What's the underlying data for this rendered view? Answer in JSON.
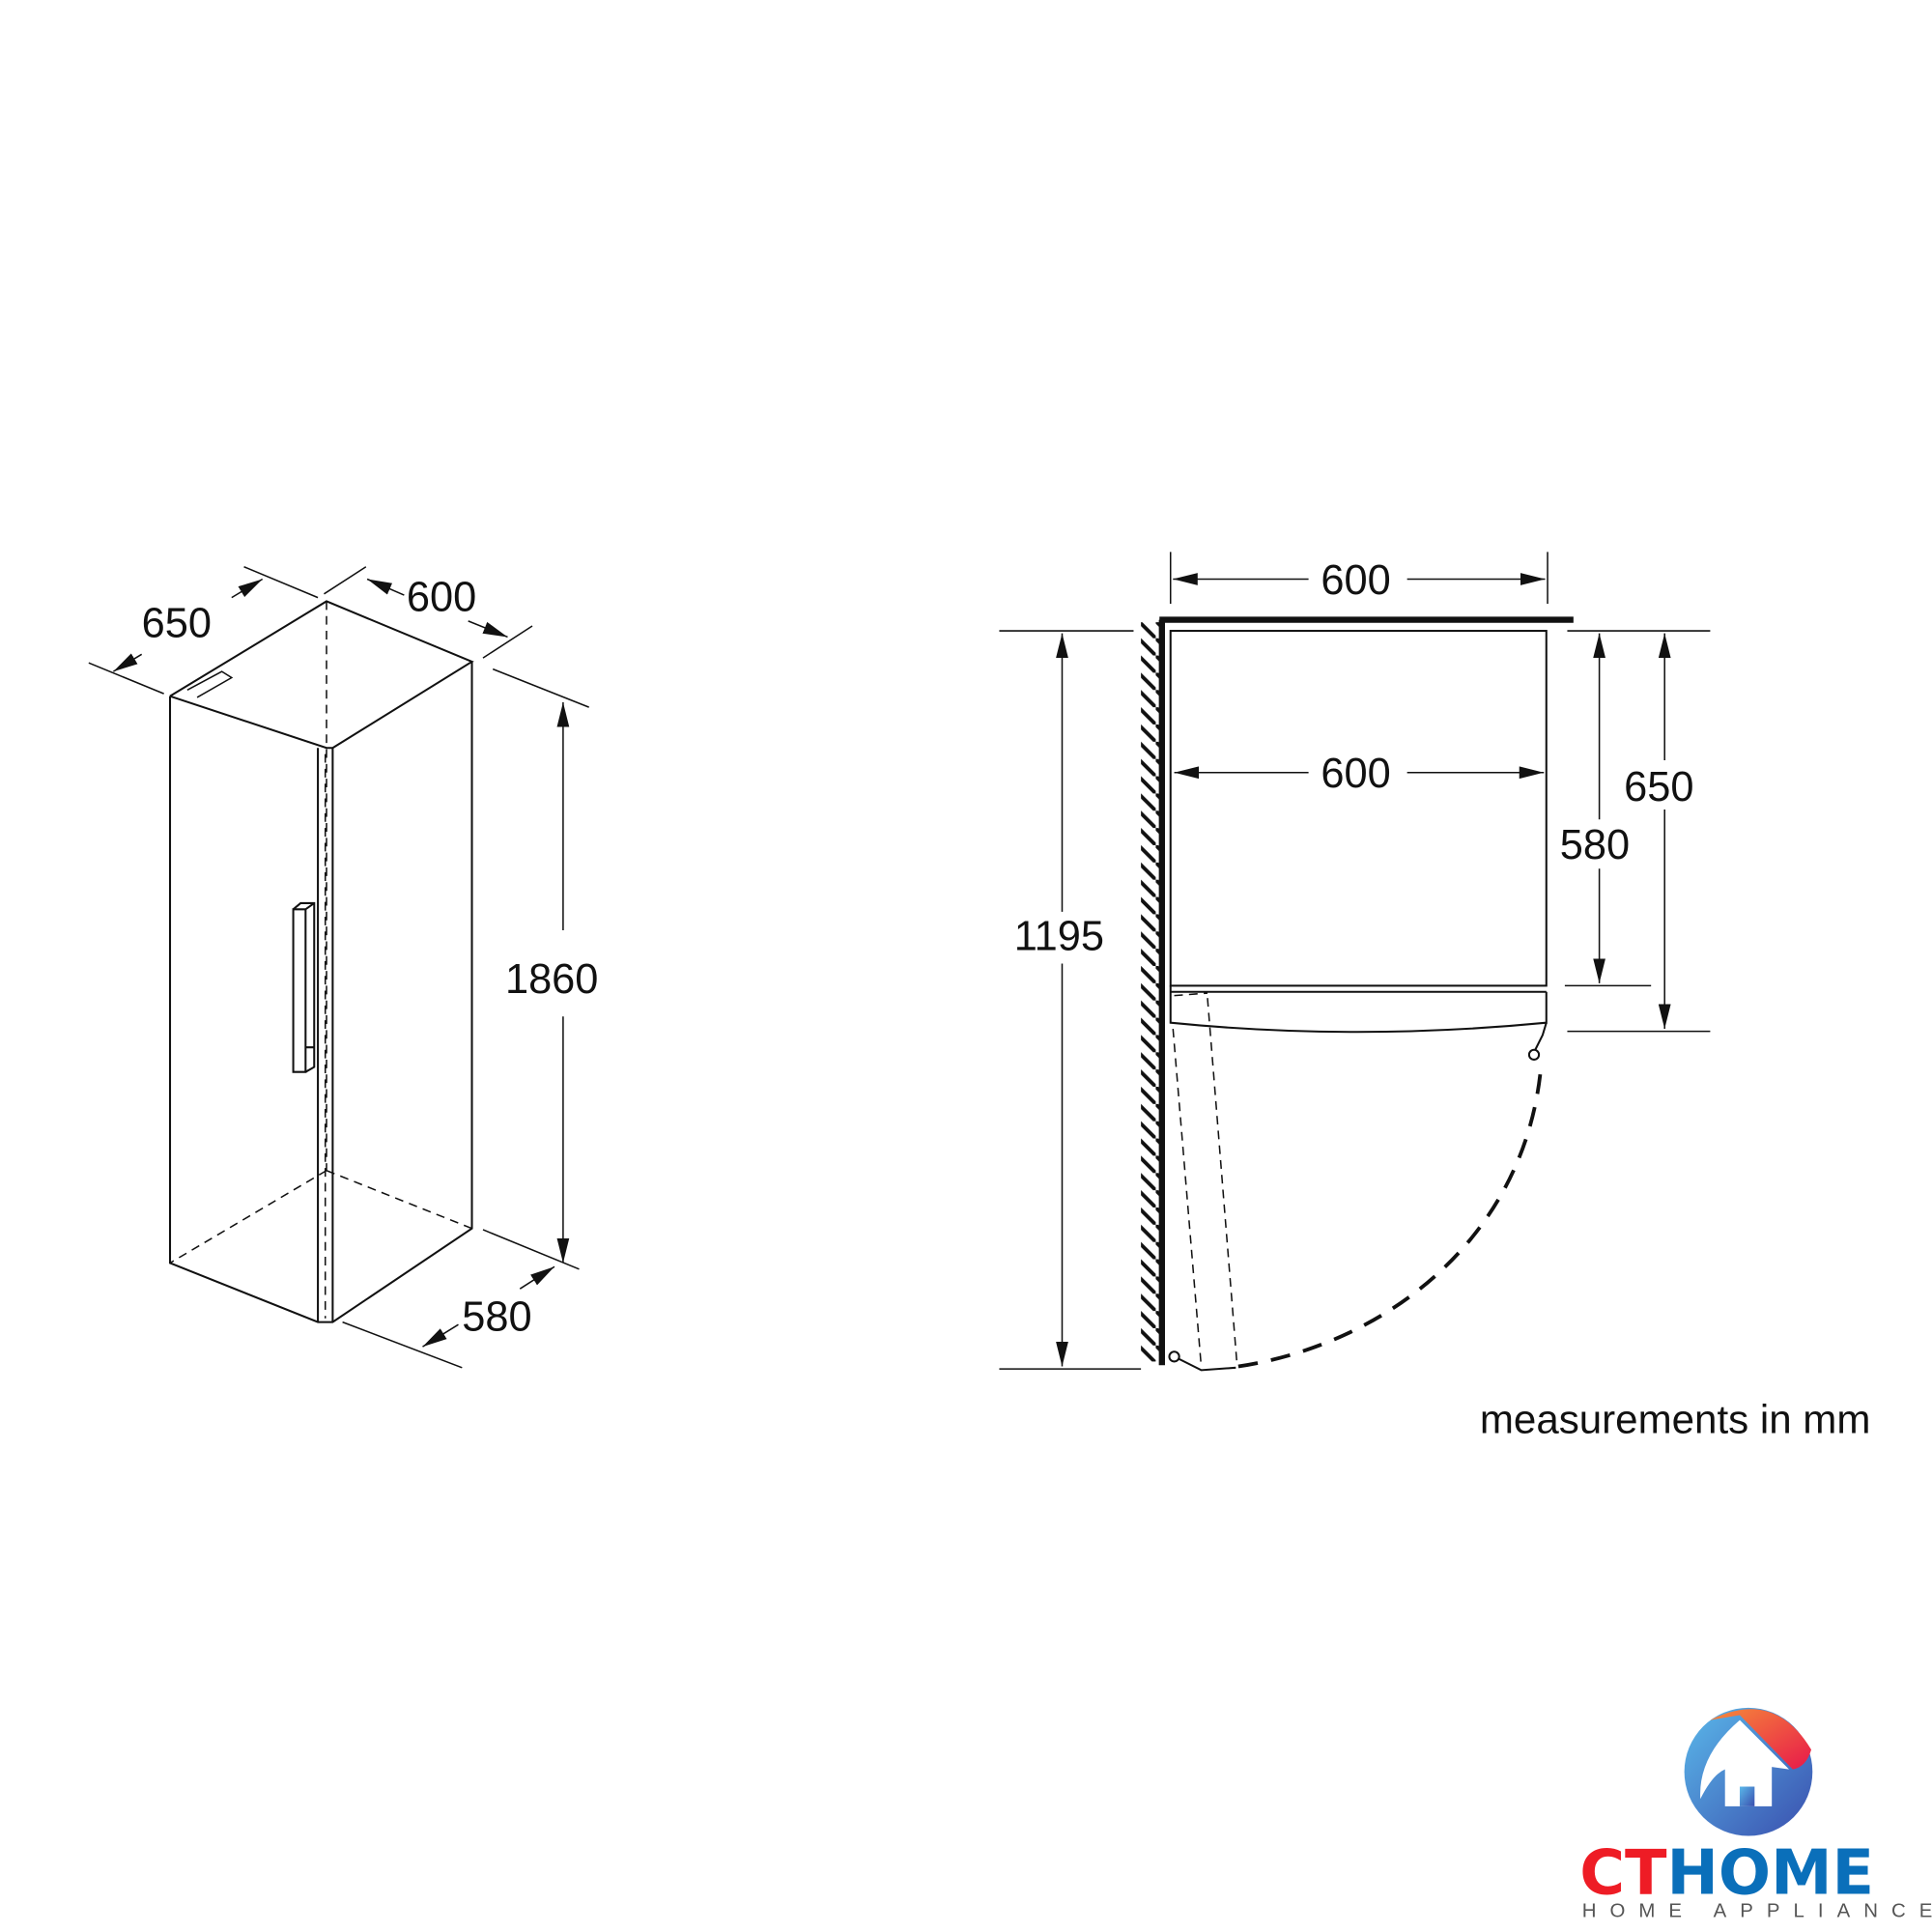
{
  "left_view": {
    "depth_door_open": "650",
    "width": "600",
    "height": "1860",
    "depth": "580"
  },
  "right_view": {
    "top_width": "600",
    "inner_width": "600",
    "door_swing": "1195",
    "depth": "580",
    "depth_with_door": "650"
  },
  "note": "measurements in mm",
  "logo": {
    "brand_ct": "CT",
    "brand_home": "HOME",
    "tagline": "HOME APPLIANCES",
    "colors": {
      "red": "#ee1c25",
      "blue": "#0a6fba",
      "gray": "#555555"
    }
  }
}
